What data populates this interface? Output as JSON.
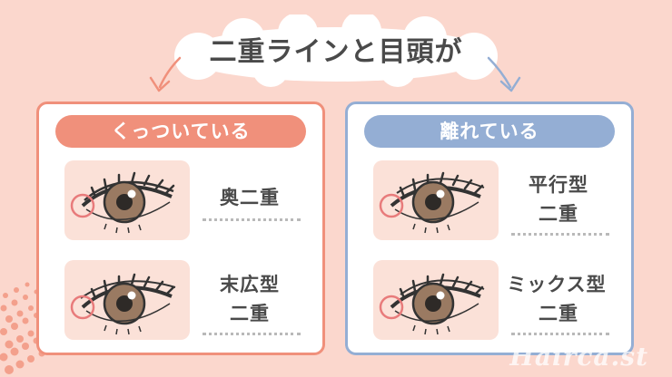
{
  "title": "二重ラインと目頭が",
  "left_panel": {
    "header": "くっついている",
    "items": [
      {
        "line1": "奥二重",
        "line2": ""
      },
      {
        "line1": "末広型",
        "line2": "二重"
      }
    ]
  },
  "right_panel": {
    "header": "離れている",
    "items": [
      {
        "line1": "平行型",
        "line2": "二重"
      },
      {
        "line1": "ミックス型",
        "line2": "二重"
      }
    ]
  },
  "watermark": "Hairca.st",
  "colors": {
    "background": "#fbd7cd",
    "left_accent": "#f0907b",
    "right_accent": "#94aed4",
    "text": "#4a4a4a",
    "iris": "#9a7a62"
  },
  "icons": [
    "eye-illustration-icon",
    "arrow-down-left-icon",
    "arrow-down-right-icon"
  ]
}
